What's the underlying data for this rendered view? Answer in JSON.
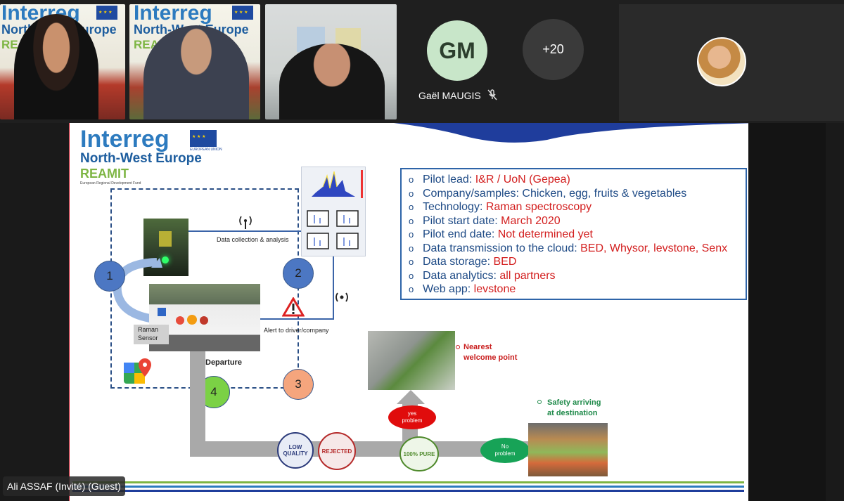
{
  "participants": {
    "gm_initials": "GM",
    "more_count": "+20",
    "gael_name": "Gaël MAUGIS",
    "speaker_name": "Ali ASSAF (Invité) (Guest)"
  },
  "tile_logos": {
    "interreg": "Interreg",
    "nwe": "North-West Europe",
    "reamit": "REAMIT"
  },
  "slide": {
    "logo": {
      "interreg": "Interreg",
      "nwe": "North-West Europe",
      "reamit": "REAMIT",
      "eu_caption": "EUROPEAN UNION",
      "fund": "European Regional Development Fund"
    },
    "info_items": [
      {
        "label": "Pilot lead: ",
        "value": "I&R / UoN (Gepea)"
      },
      {
        "label": "Company/samples: Chicken, egg, fruits & vegetables",
        "value": ""
      },
      {
        "label": "Technology: ",
        "value": "Raman spectroscopy"
      },
      {
        "label": "Pilot start date: ",
        "value": "March 2020"
      },
      {
        "label": "Pilot end date:  ",
        "value": "Not determined yet"
      },
      {
        "label": "Data transmission to the cloud: ",
        "value": "BED, Whysor, levstone, Senx"
      },
      {
        "label": "Data storage: ",
        "value": "BED"
      },
      {
        "label": "Data analytics: ",
        "value": "all partners"
      },
      {
        "label": "Web app: ",
        "value": "levstone"
      }
    ],
    "info_bullet": "o",
    "data_collection": "Data collection & analysis",
    "alert": "Alert to driver/company",
    "raman_sensor_1": "Raman",
    "raman_sensor_2": "Sensor",
    "departure": "Departure",
    "step1": "1",
    "step2": "2",
    "step3": "3",
    "step4": "4",
    "nearest_1": "Nearest",
    "nearest_2": "welcome point",
    "safety_1": "Safety   arriving",
    "safety_2": "at destination",
    "yes_1": "yes",
    "yes_2": "problem",
    "no_1": "No",
    "no_2": "problem",
    "stamp_low": "LOW QUALITY",
    "stamp_reject": "REJECTED",
    "stamp_pure": "100% PURE"
  },
  "colors": {
    "accent_blue": "#2e64a8",
    "value_red": "#d31f1f",
    "reamit_green": "#7db543"
  }
}
